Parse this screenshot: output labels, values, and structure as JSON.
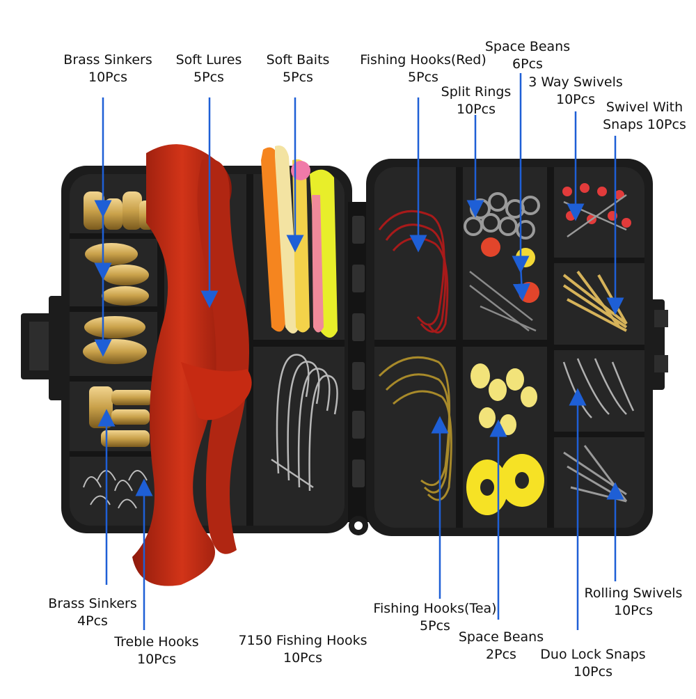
{
  "labels": {
    "brass_sinkers_top": {
      "name": "Brass Sinkers",
      "qty": "10Pcs"
    },
    "soft_lures": {
      "name": "Soft Lures",
      "qty": "5Pcs"
    },
    "soft_baits": {
      "name": "Soft Baits",
      "qty": "5Pcs"
    },
    "fishing_hooks_red": {
      "name": "Fishing Hooks(Red)",
      "qty": "5Pcs"
    },
    "space_beans_top": {
      "name": "Space Beans",
      "qty": "6Pcs"
    },
    "split_rings": {
      "name": "Split Rings",
      "qty": "10Pcs"
    },
    "three_way_swivels": {
      "name": "3 Way Swivels",
      "qty": "10Pcs"
    },
    "swivel_with_snaps": {
      "name": "Swivel With",
      "qty": "Snaps 10Pcs"
    },
    "brass_sinkers_bottom": {
      "name": "Brass Sinkers",
      "qty": "4Pcs"
    },
    "treble_hooks": {
      "name": "Treble Hooks",
      "qty": "10Pcs"
    },
    "fishing_hooks_7150": {
      "name": "7150 Fishing Hooks",
      "qty": "10Pcs"
    },
    "fishing_hooks_tea": {
      "name": "Fishing Hooks(Tea)",
      "qty": "5Pcs"
    },
    "space_beans_bottom": {
      "name": "Space Beans",
      "qty": "2Pcs"
    },
    "duo_lock_snaps": {
      "name": "Duo Lock Snaps",
      "qty": "10Pcs"
    },
    "rolling_swivels": {
      "name": "Rolling Swivels",
      "qty": "10Pcs"
    }
  },
  "colors": {
    "arrow": "#1e5fd6",
    "box": "#1c1c1c",
    "soft_lure": "#c62a12",
    "soft_bait_orange": "#f5851f",
    "soft_bait_yellow": "#e8ee2a",
    "brass": "#c9a14a",
    "space_beans": "#f6e225"
  }
}
